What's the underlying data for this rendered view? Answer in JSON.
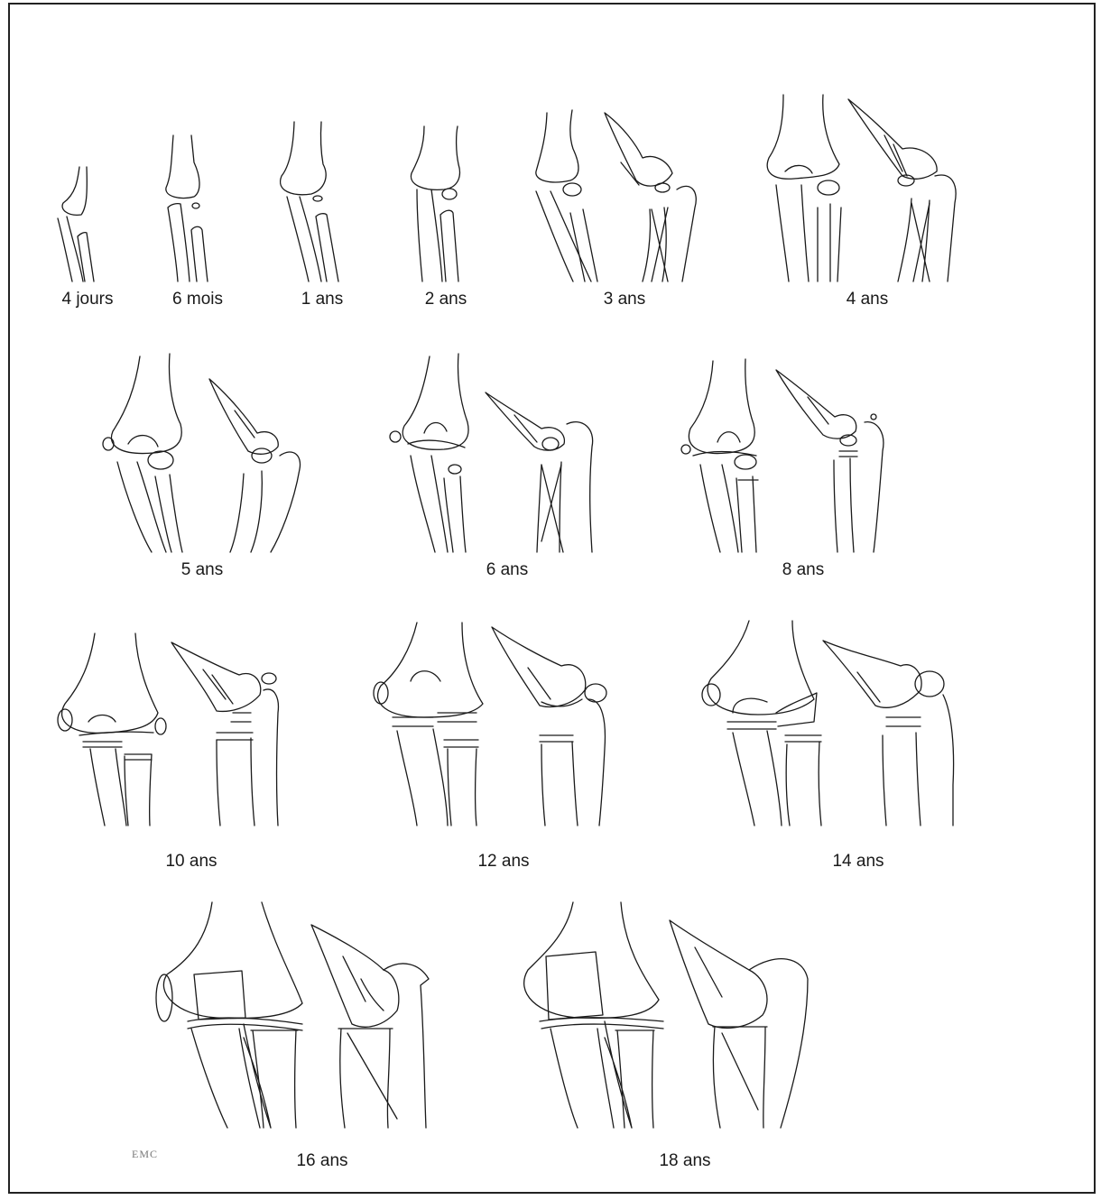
{
  "figure": {
    "stages": [
      {
        "id": "4-jours",
        "label": "4 jours"
      },
      {
        "id": "6-mois",
        "label": "6 mois"
      },
      {
        "id": "1-ans",
        "label": "1 ans"
      },
      {
        "id": "2-ans",
        "label": "2 ans"
      },
      {
        "id": "3-ans",
        "label": "3 ans"
      },
      {
        "id": "4-ans",
        "label": "4 ans"
      },
      {
        "id": "5-ans",
        "label": "5 ans"
      },
      {
        "id": "6-ans",
        "label": "6 ans"
      },
      {
        "id": "8-ans",
        "label": "8 ans"
      },
      {
        "id": "10-ans",
        "label": "10 ans"
      },
      {
        "id": "12-ans",
        "label": "12 ans"
      },
      {
        "id": "14-ans",
        "label": "14 ans"
      },
      {
        "id": "16-ans",
        "label": "16 ans"
      },
      {
        "id": "18-ans",
        "label": "18 ans"
      }
    ],
    "logo_text": "EMC"
  }
}
